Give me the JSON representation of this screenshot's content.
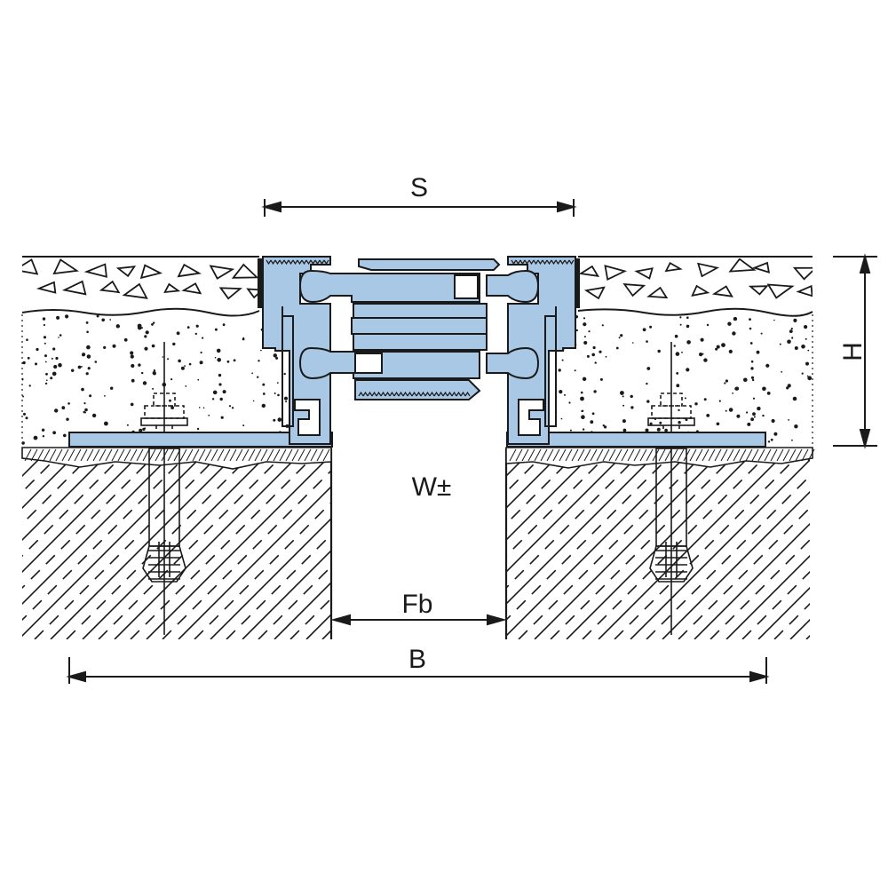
{
  "labels": {
    "s": "S",
    "h": "H",
    "w": "W±",
    "fb": "Fb",
    "b": "B"
  },
  "colors": {
    "profile_fill": "#a9c8e6",
    "line": "#1a1a1a",
    "background": "#ffffff"
  }
}
